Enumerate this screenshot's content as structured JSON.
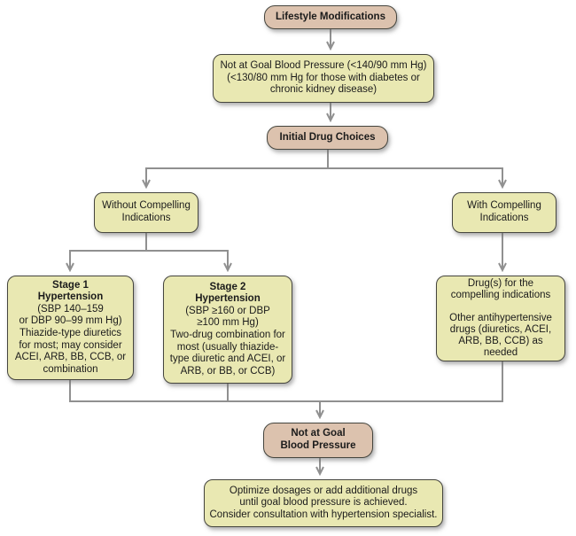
{
  "diagram_title": "Hypertension treatment algorithm flowchart",
  "colors": {
    "action_box_fill": "#dcc2ae",
    "info_box_fill": "#e9e8b2",
    "box_border": "#45453e",
    "connector": "#909090",
    "text": "#1b1b1b",
    "background": "#ffffff"
  },
  "nodes": {
    "lifestyle": {
      "title": "Lifestyle Modifications"
    },
    "goalbp1": {
      "lines": [
        "Not at Goal Blood Pressure (<140/90 mm Hg)",
        "(<130/80 mm Hg for those with diabetes or",
        "chronic kidney disease)"
      ]
    },
    "initial": {
      "title": "Initial Drug Choices"
    },
    "without": {
      "lines": [
        "Without Compelling",
        "Indications"
      ]
    },
    "with": {
      "lines": [
        "With Compelling",
        "Indications"
      ]
    },
    "stage1": {
      "heading": [
        "Stage 1",
        "Hypertension"
      ],
      "lines": [
        "(SBP 140–159",
        "or DBP 90–99 mm Hg)",
        "Thiazide-type diuretics",
        "for most; may consider",
        "ACEI, ARB, BB, CCB, or",
        "combination"
      ]
    },
    "stage2": {
      "heading": [
        "Stage 2",
        "Hypertension"
      ],
      "lines": [
        "(SBP ≥160 or DBP",
        "≥100 mm Hg)",
        "Two-drug combination for",
        "most (usually thiazide-",
        "type diuretic and ACEI, or",
        "ARB, or BB, or CCB)"
      ]
    },
    "drugs": {
      "lines_top": [
        "Drug(s) for the",
        "compelling indications"
      ],
      "lines_bottom": [
        "Other antihypertensive",
        "drugs (diuretics, ACEI,",
        "ARB, BB, CCB) as needed"
      ]
    },
    "goalbp2": {
      "lines": [
        "Not at Goal",
        "Blood Pressure"
      ]
    },
    "optimize": {
      "lines": [
        "Optimize dosages or add additional drugs",
        "until goal blood pressure is achieved.",
        "Consider consultation with hypertension specialist."
      ]
    }
  }
}
